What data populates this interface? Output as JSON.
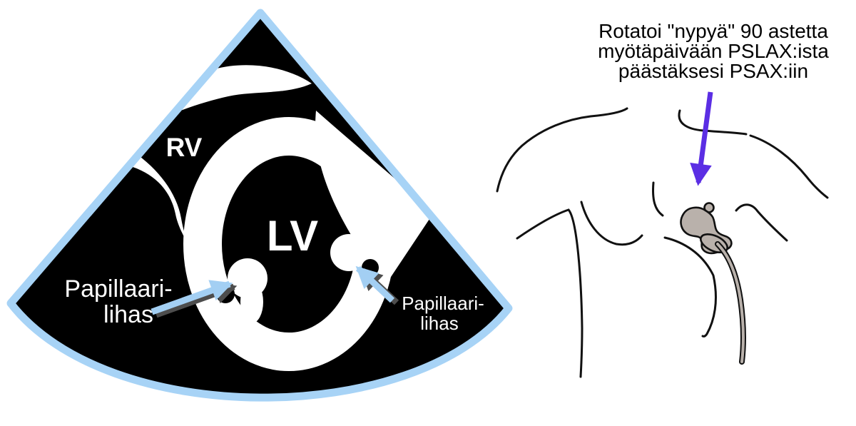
{
  "sonogram": {
    "labels": {
      "rv": "RV",
      "lv": "LV"
    },
    "papillary_left": {
      "line1": "Papillaari-",
      "line2": "lihas"
    },
    "papillary_right": {
      "line1": "Papillaari-",
      "line2": "lihas"
    }
  },
  "instruction": {
    "line1": "Rotatoi \"nypyä\" 90 astetta",
    "line2": "myötäpäivään PSLAX:ista",
    "line3": "päästäksesi PSAX:iin"
  },
  "colors": {
    "sector_border": "#a7d3f6",
    "arrow_blue": "#a3cff3",
    "arrow_shadow": "#4d4d4d",
    "rotation_arrow_purple": "#5b2ee4",
    "probe_gray": "#b9b1ab",
    "sector_fill": "#000000",
    "line_black": "#111111"
  },
  "icons": {
    "probe": "ultrasound-probe-icon",
    "rotation_arrow": "down-arrow-icon",
    "pointer_left": "right-up-arrow-icon",
    "pointer_right": "left-up-arrow-icon"
  }
}
